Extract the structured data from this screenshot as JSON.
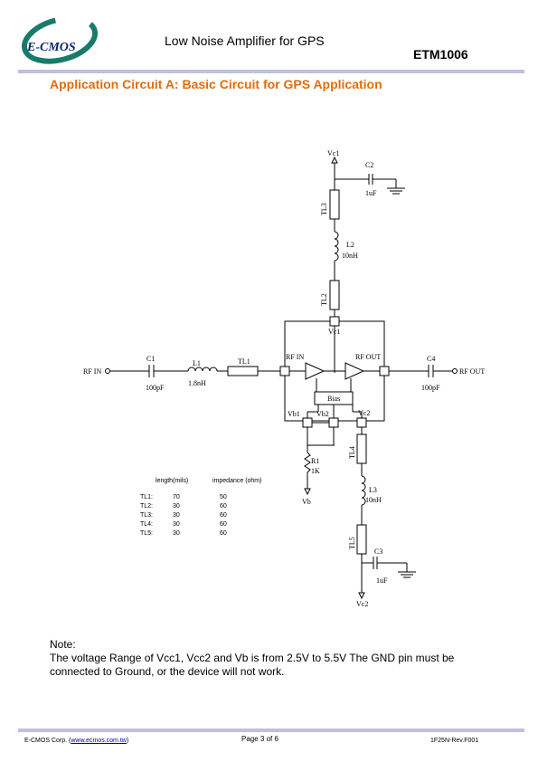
{
  "header": {
    "logo_text": "E-CMOS",
    "title": "Low Noise Amplifier for GPS",
    "part_number": "ETM1006"
  },
  "section_title": "Application Circuit A: Basic Circuit for GPS Application",
  "schematic": {
    "labels": {
      "vc1_top": "Vc1",
      "c2": "C2",
      "c2_val": "1uF",
      "tl3": "TL3",
      "l2": "L2",
      "l2_val": "10nH",
      "tl2": "TL2",
      "vc1_pin": "Vc1",
      "rf_in_pin": "RF IN",
      "rf_out_pin": "RF OUT",
      "rf_in": "RF IN",
      "c1": "C1",
      "c1_val": "100pF",
      "l1": "L1",
      "l1_val": "1.8nH",
      "tl1": "TL1",
      "c4": "C4",
      "c4_val": "100pF",
      "rf_out": "RF OUT",
      "bias": "Bias",
      "vb1_pin": "Vb1",
      "vb2_pin": "Vb2",
      "vc2_pin": "Vc2",
      "r1": "R1",
      "r1_val": "1K",
      "vb": "Vb",
      "tl4": "TL4",
      "l3": "L3",
      "l3_val": "10nH",
      "tl5": "TL5",
      "c3": "C3",
      "c3_val": "1uF",
      "vc2_bottom": "Vc2"
    },
    "table": {
      "headers": [
        "length(mils)",
        "impedance (ohm)"
      ],
      "rows": [
        {
          "name": "TL1:",
          "length": "70",
          "impedance": "50"
        },
        {
          "name": "TL2:",
          "length": "30",
          "impedance": "60"
        },
        {
          "name": "TL3:",
          "length": "30",
          "impedance": "60"
        },
        {
          "name": "TL4:",
          "length": "30",
          "impedance": "60"
        },
        {
          "name": "TL5:",
          "length": "30",
          "impedance": "60"
        }
      ]
    }
  },
  "note": {
    "title": "Note:",
    "text": "The voltage Range of Vcc1, Vcc2 and Vb is from 2.5V to 5.5V The GND pin must be connected to Ground, or the device will not work."
  },
  "footer": {
    "company": "E-CMOS Corp.",
    "paren_open": "(",
    "url": "www.ecmos.com.tw",
    "paren_close": ")",
    "page": "Page 3 of 6",
    "revision": "1F25N-Rev.F001"
  },
  "colors": {
    "section_title": "#e36c0a",
    "rule_line": "#7f7fbf",
    "logo_green": "#1a7a6a",
    "link": "#0000cc"
  }
}
